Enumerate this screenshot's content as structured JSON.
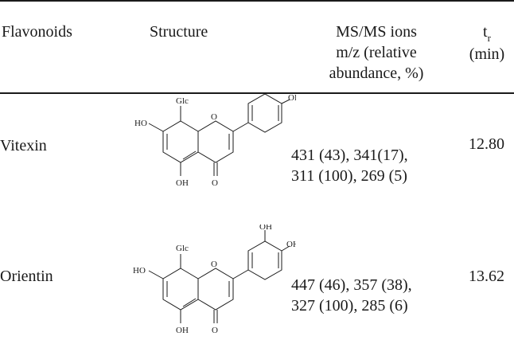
{
  "table": {
    "headers": {
      "flavonoids": "Flavonoids",
      "structure": "Structure",
      "ms_line1": "MS/MS ions",
      "ms_line2": "m/z (relative",
      "ms_line3": "abundance, %)",
      "tr_main": "t",
      "tr_sub": "r",
      "tr_unit": "(min)"
    },
    "rows": [
      {
        "name": "Vitexin",
        "ms_line1": "431 (43), 341(17),",
        "ms_line2": "311 (100), 269 (5)",
        "tr": "12.80",
        "labels": {
          "glc": "Glc",
          "ho": "HO",
          "oh_bottom": "OH",
          "o_ring": "O",
          "o_ketone": "O",
          "oh_right": "OH"
        }
      },
      {
        "name": "Orientin",
        "ms_line1": "447 (46), 357 (38),",
        "ms_line2": "327 (100), 285 (6)",
        "tr": "13.62",
        "labels": {
          "glc": "Glc",
          "ho": "HO",
          "oh_bottom": "OH",
          "o_ring": "O",
          "o_ketone": "O",
          "oh_top": "OH",
          "oh_right": "OH"
        }
      }
    ]
  }
}
